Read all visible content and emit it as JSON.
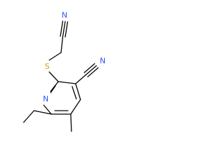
{
  "structure": {
    "atoms": [
      {
        "id": "N_nitrile_top",
        "symbol": "N",
        "color": "#3050F8"
      },
      {
        "id": "S_thioether",
        "symbol": "S",
        "color": "#C6A400"
      },
      {
        "id": "N_ring",
        "symbol": "N",
        "color": "#3050F8"
      },
      {
        "id": "N_nitrile_right",
        "symbol": "N",
        "color": "#3050F8"
      }
    ],
    "colors": {
      "bond": "#000000",
      "nitrogen": "#3050F8",
      "sulfur": "#C6A400",
      "background": "#ffffff"
    }
  }
}
